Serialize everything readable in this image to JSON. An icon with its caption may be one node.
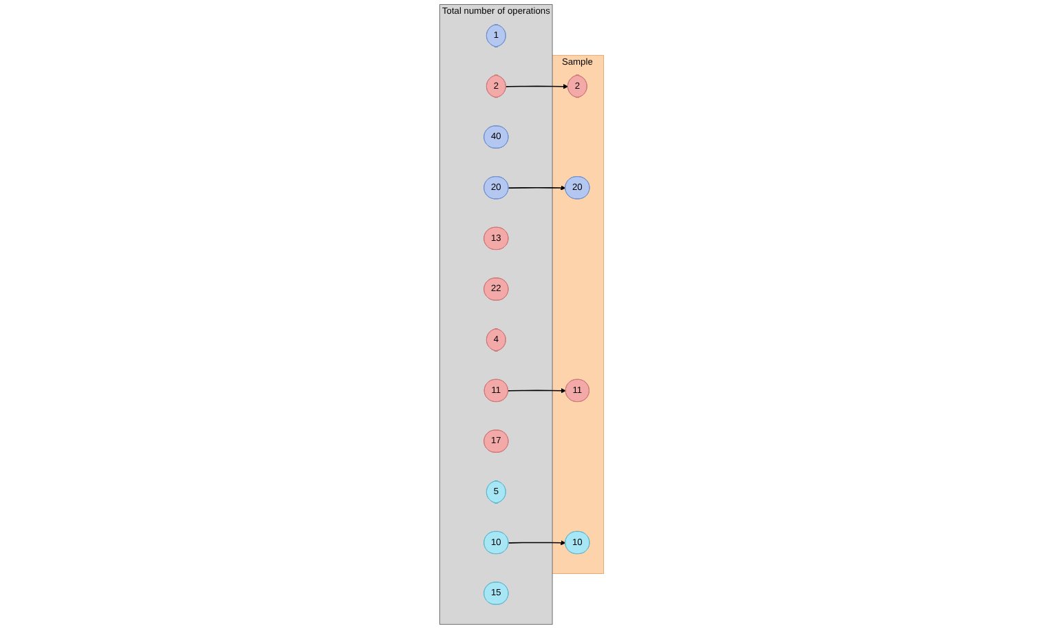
{
  "diagram": {
    "nodes": [
      {
        "text": [
          "Total number of operations"
        ]
      },
      {
        "text": [
          "1"
        ],
        "in": 0
      },
      {
        "text": [
          "20"
        ],
        "in": 0
      },
      {
        "text": [
          "40"
        ],
        "in": 0
      },
      {
        "text": [
          "2"
        ],
        "in": 0
      },
      {
        "text": [
          "13"
        ],
        "in": 0
      },
      {
        "text": [
          "22"
        ],
        "in": 0
      },
      {
        "text": [
          "4"
        ],
        "in": 0
      },
      {
        "text": [
          "11"
        ],
        "in": 0
      },
      {
        "text": [
          "17"
        ],
        "in": 0
      },
      {
        "text": [
          "5"
        ],
        "in": 0
      },
      {
        "text": [
          "10"
        ],
        "in": 0
      },
      {
        "text": [
          "15"
        ],
        "in": 0
      },
      {
        "text": [
          "Sample"
        ]
      },
      {
        "text": [
          "2"
        ],
        "in": 13
      },
      {
        "text": [
          "20"
        ],
        "in": 13
      },
      {
        "text": [
          "11"
        ],
        "in": 13
      },
      {
        "text": [
          "10"
        ],
        "in": 13
      }
    ],
    "edges": [
      {
        "from": 2,
        "to": 15,
        "arrow": "to"
      },
      {
        "from": 4,
        "to": 14,
        "arrow": "to"
      },
      {
        "from": 8,
        "to": 16,
        "arrow": "to"
      },
      {
        "from": 11,
        "to": 17,
        "arrow": "to"
      }
    ]
  }
}
